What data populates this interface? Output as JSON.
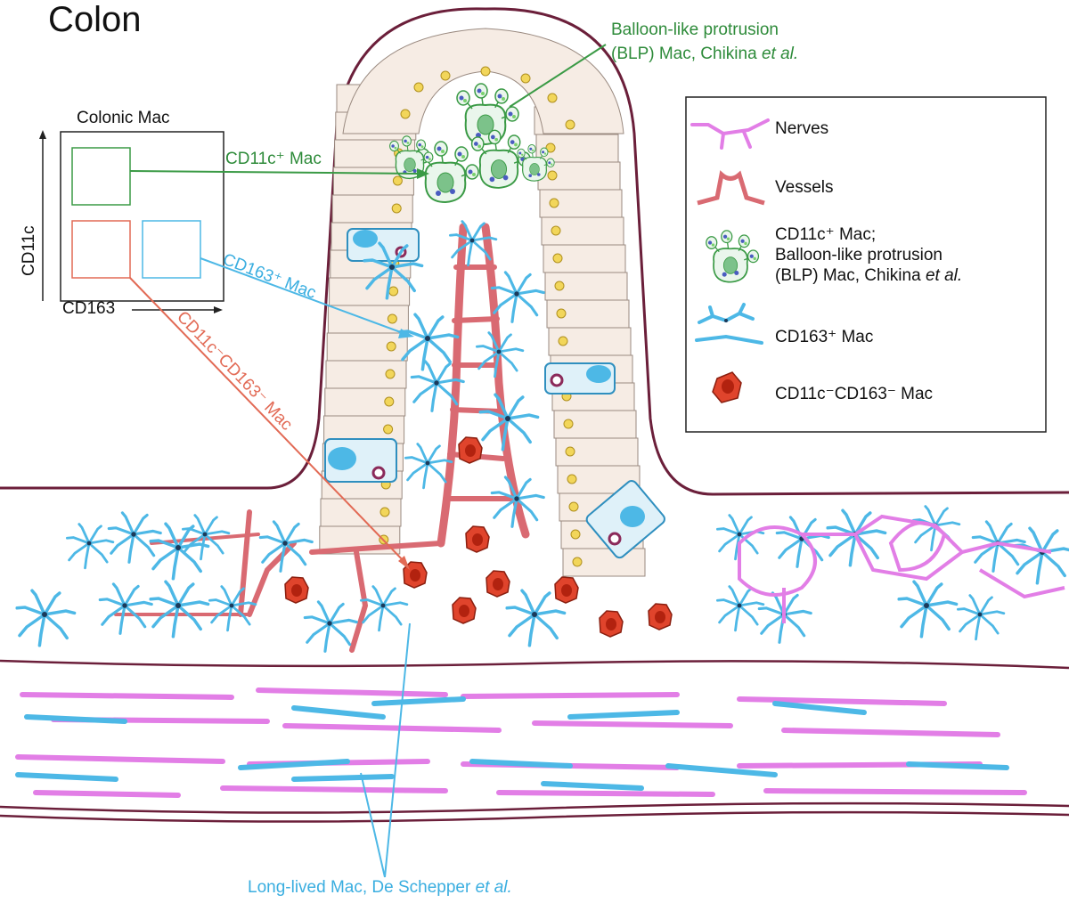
{
  "figure": {
    "title": "Colon",
    "blp_callout": {
      "line1": "Balloon-like protrusion",
      "line2_prefix": "(BLP) Mac, Chikina ",
      "line2_italic": "et al."
    },
    "gating_plot": {
      "title": "Colonic Mac",
      "y_axis": "CD11c",
      "x_axis": "CD163"
    },
    "arrow_labels": {
      "cd11c_mac": "CD11c⁺ Mac",
      "cd163_mac": "CD163⁺ Mac",
      "double_neg_mac": "CD11c⁻CD163⁻ Mac"
    },
    "bottom_label": {
      "prefix": "Long-lived Mac, De Schepper ",
      "italic": "et al."
    },
    "legend": {
      "items": [
        {
          "label": "Nerves"
        },
        {
          "label": "Vessels"
        },
        {
          "label_l1": "CD11c⁺ Mac;",
          "label_l2": "Balloon-like protrusion",
          "label_l3_prefix": "(BLP) Mac, Chikina ",
          "label_l3_italic": "et al."
        },
        {
          "label": "CD163⁺ Mac"
        },
        {
          "label": "CD11c⁻CD163⁻ Mac"
        }
      ]
    },
    "colors": {
      "nerve": "#e27ee6",
      "vessel": "#d96a72",
      "cd11c_mac": "#3a9a45",
      "cd163_mac": "#4db8e6",
      "double_neg_mac": "#e0442c",
      "tissue_outline": "#6b1f3a",
      "epithelium": "#f6ece4"
    }
  }
}
